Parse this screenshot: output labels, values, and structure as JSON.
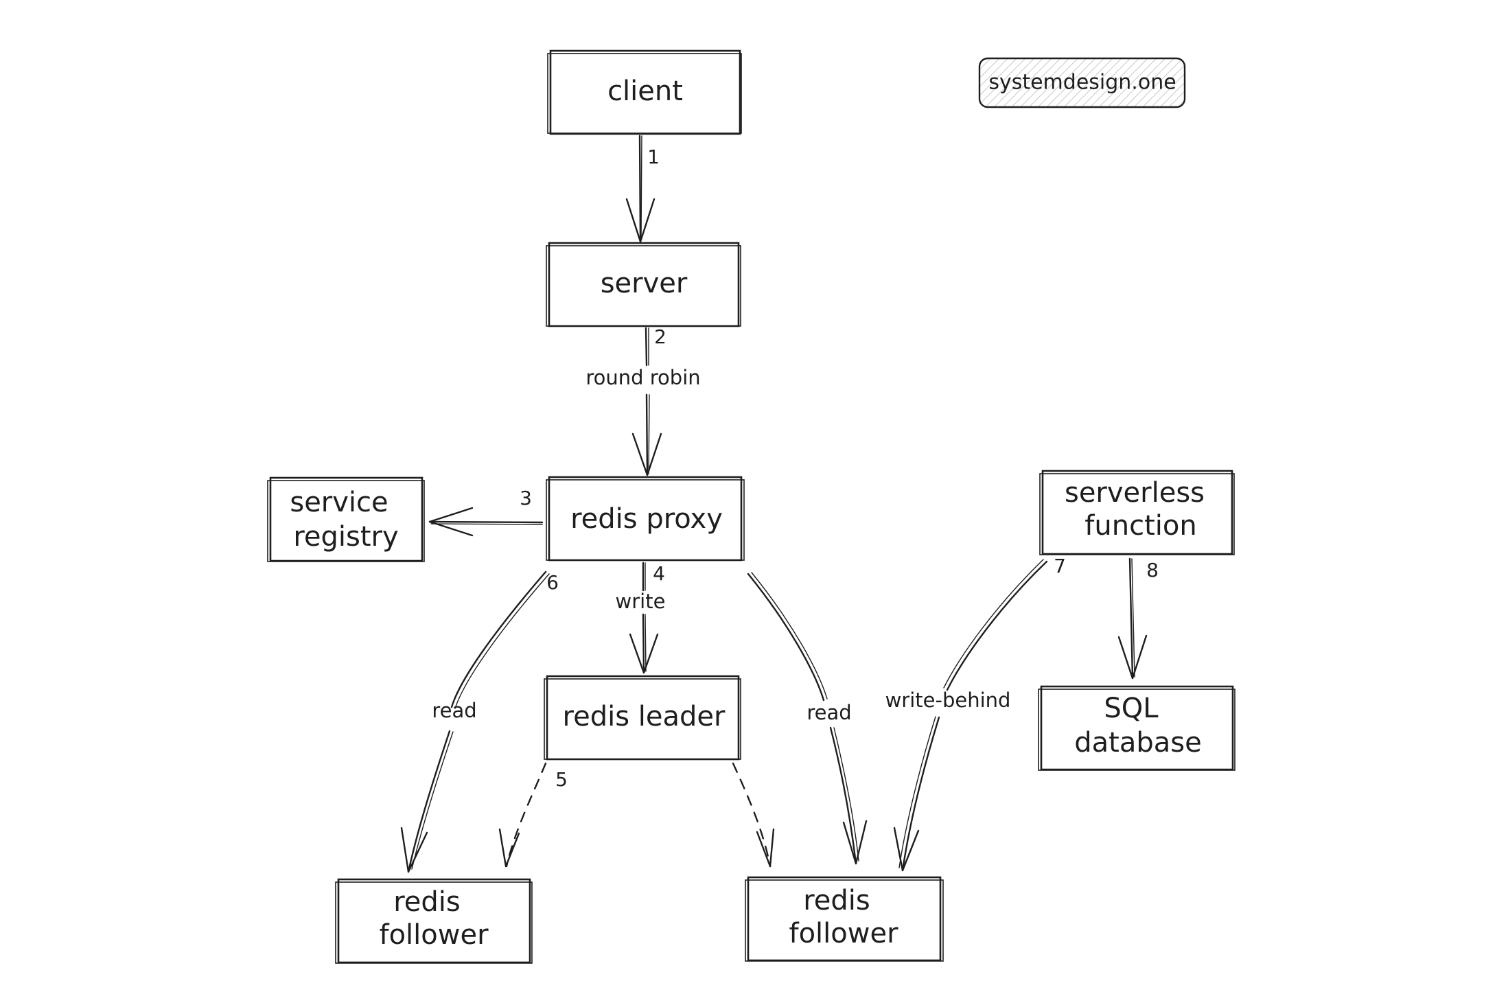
{
  "watermark": "systemdesign.one",
  "nodes": {
    "client": [
      "client"
    ],
    "server": [
      "server"
    ],
    "redis_proxy": [
      "redis proxy"
    ],
    "service_registry": [
      "service",
      "registry"
    ],
    "redis_leader": [
      "redis leader"
    ],
    "redis_follower_left": [
      "redis",
      "follower"
    ],
    "redis_follower_right": [
      "redis",
      "follower"
    ],
    "serverless_function": [
      "serverless",
      "function"
    ],
    "sql_database": [
      "SQL",
      "database"
    ]
  },
  "edges": {
    "client_server": {
      "step": "1",
      "label": ""
    },
    "server_proxy": {
      "step": "2",
      "label": "round robin"
    },
    "proxy_registry": {
      "step": "3",
      "label": ""
    },
    "proxy_leader": {
      "step": "4",
      "label": "write"
    },
    "leader_followers": {
      "step": "5",
      "label": ""
    },
    "proxy_follower_left": {
      "step": "6",
      "label": "read"
    },
    "proxy_follower_right": {
      "step": "",
      "label": "read"
    },
    "function_follower_right": {
      "step": "7",
      "label": "write-behind"
    },
    "function_sql": {
      "step": "8",
      "label": ""
    }
  }
}
